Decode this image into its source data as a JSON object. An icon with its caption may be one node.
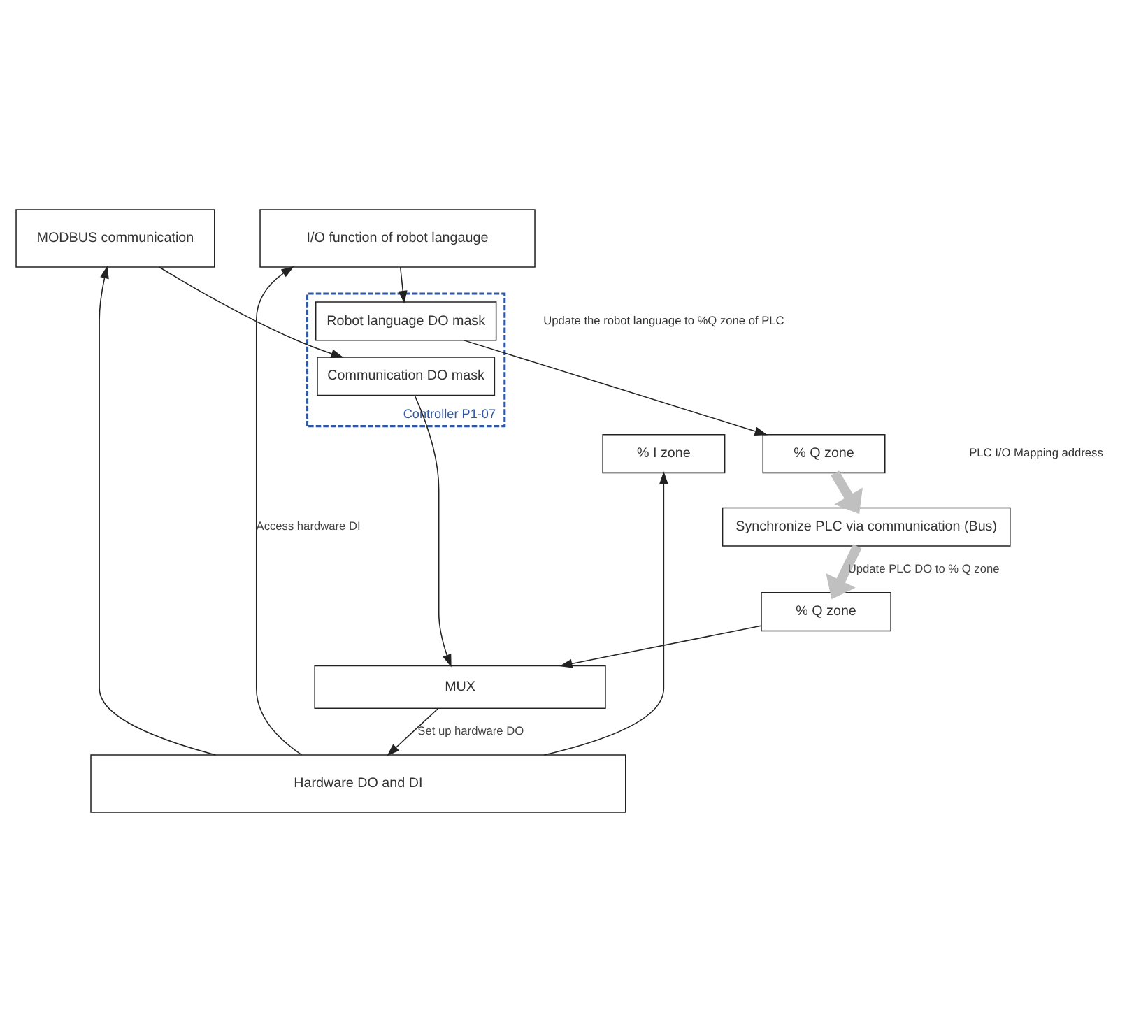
{
  "diagram": {
    "nodes": [
      {
        "text": [
          "I/O function of robot langauge"
        ]
      },
      {
        "text": [
          "MODBUS communication"
        ]
      },
      {
        "text": [
          "Controller P1-07"
        ]
      },
      {
        "text": [
          "Robot language DO mask"
        ],
        "in": 2
      },
      {
        "text": [
          "Communication DO mask"
        ],
        "in": 2
      },
      {
        "text": [
          "% I zone"
        ]
      },
      {
        "text": [
          "% Q zone"
        ]
      },
      {
        "text": [
          "Synchronize PLC via communication (Bus)"
        ]
      },
      {
        "text": [
          "% Q zone"
        ]
      },
      {
        "text": [
          "MUX"
        ]
      },
      {
        "text": [
          "Hardware DO and DI"
        ]
      }
    ],
    "edges": [
      {
        "from": 0,
        "to": 3,
        "arrow": "to"
      },
      {
        "from": 1,
        "to": 4,
        "arrow": "to"
      },
      {
        "from": 3,
        "to": 6,
        "arrow": "to"
      },
      {
        "from": 4,
        "to": 9,
        "arrow": "to"
      },
      {
        "from": 10,
        "to": 0,
        "arrow": "to",
        "label": "Access hardware DI"
      },
      {
        "from": 10,
        "to": 5,
        "arrow": "to"
      },
      {
        "from": 10,
        "to": 1,
        "arrow": "to"
      },
      {
        "from": 6,
        "to": 7,
        "arrow": "to",
        "style": "thick",
        "color": "#c0c0c0"
      },
      {
        "from": 7,
        "to": 8,
        "arrow": "to",
        "label": "Update PLC DO to % Q zone",
        "style": "thick",
        "color": "#c0c0c0"
      },
      {
        "from": 8,
        "to": 9,
        "arrow": "to"
      },
      {
        "from": 9,
        "to": 10,
        "arrow": "to",
        "label": "Set up hardware DO"
      }
    ],
    "labels": [
      "Update the robot language to %Q zone of PLC",
      "PLC I/O Mapping address"
    ]
  }
}
